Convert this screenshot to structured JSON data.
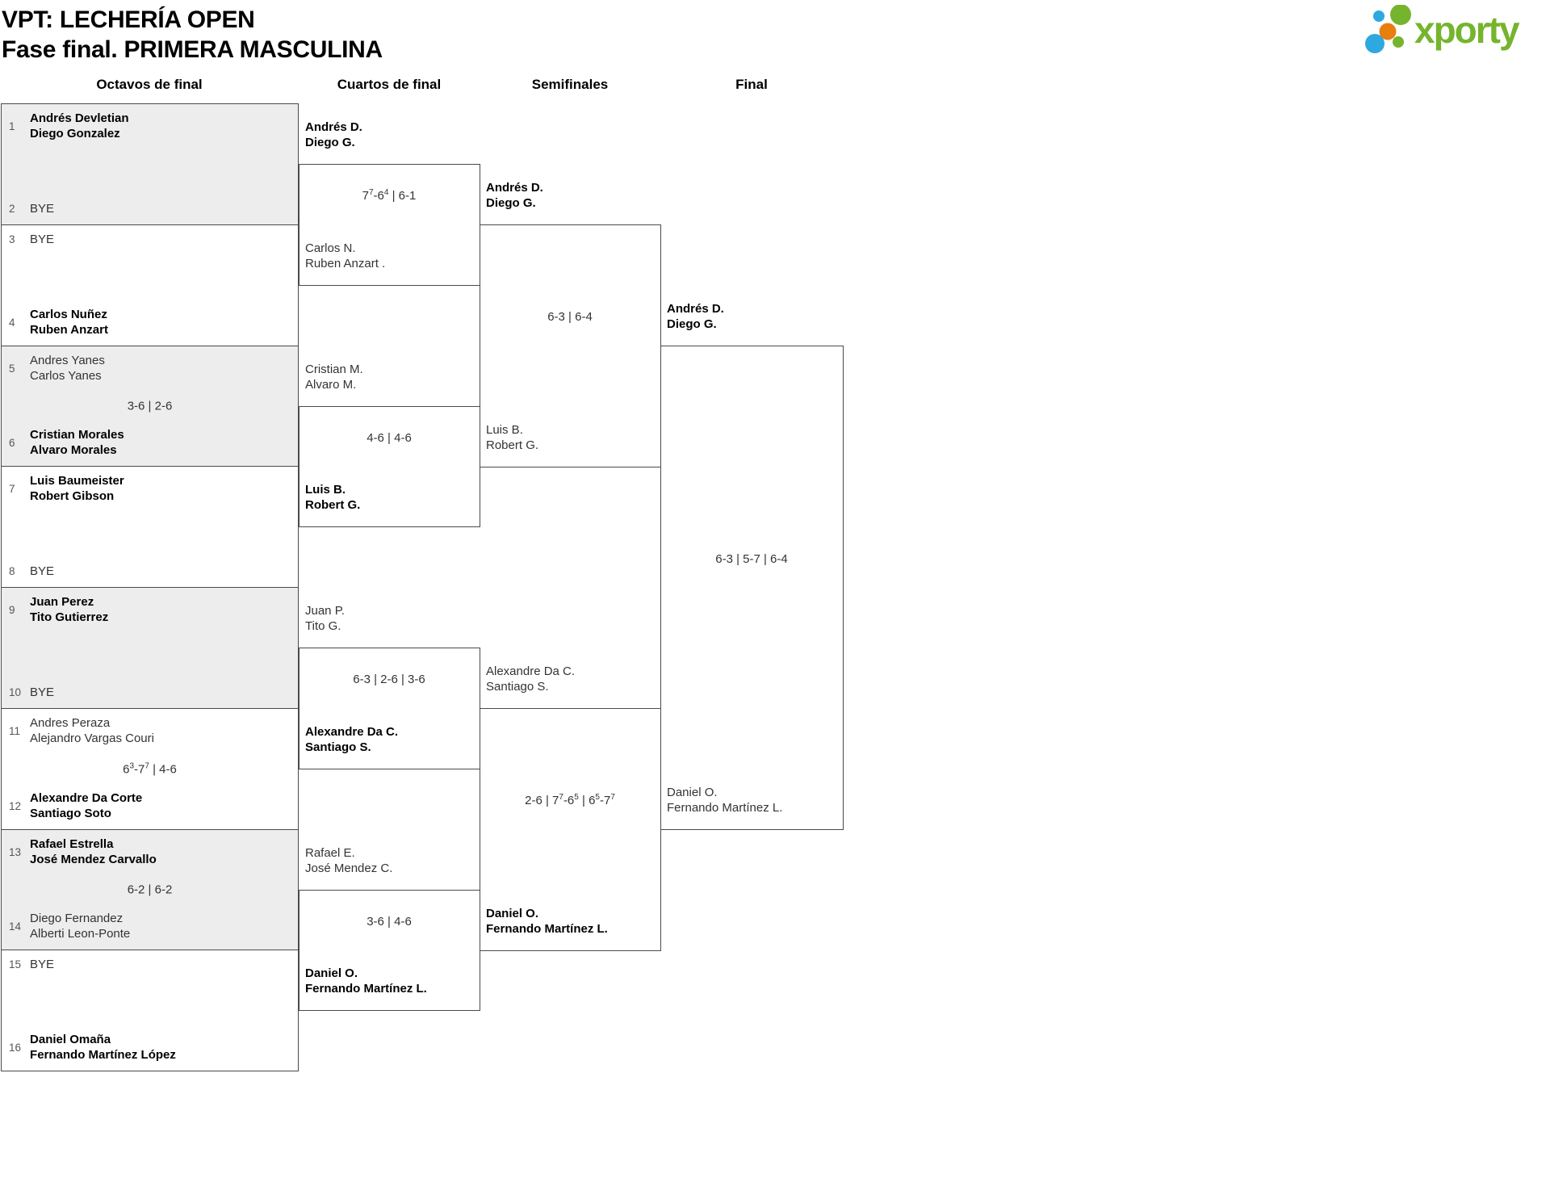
{
  "header": {
    "title": "VPT: LECHERÍA OPEN",
    "subtitle": "Fase final. PRIMERA MASCULINA",
    "logo_text": "xporty",
    "logo_colors": {
      "green": "#76b42d",
      "blue": "#2ea9e0",
      "orange": "#e87e0e"
    }
  },
  "rounds": [
    "Octavos de final",
    "Cuartos de final",
    "Semifinales",
    "Final"
  ],
  "octavos": [
    {
      "shaded": true,
      "score": "",
      "top": {
        "seed": "1",
        "lines": [
          "Andrés Devletian",
          "Diego Gonzalez"
        ],
        "bold": true
      },
      "bottom": {
        "seed": "2",
        "lines": [
          "BYE"
        ],
        "bold": false
      }
    },
    {
      "shaded": false,
      "score": "",
      "top": {
        "seed": "3",
        "lines": [
          "BYE"
        ],
        "bold": false
      },
      "bottom": {
        "seed": "4",
        "lines": [
          "Carlos Nuñez",
          "Ruben Anzart"
        ],
        "bold": true
      }
    },
    {
      "shaded": true,
      "score": "3-6 | 2-6",
      "top": {
        "seed": "5",
        "lines": [
          "Andres Yanes",
          "Carlos Yanes"
        ],
        "bold": false
      },
      "bottom": {
        "seed": "6",
        "lines": [
          "Cristian Morales",
          "Alvaro Morales"
        ],
        "bold": true
      }
    },
    {
      "shaded": false,
      "score": "",
      "top": {
        "seed": "7",
        "lines": [
          "Luis Baumeister",
          "Robert Gibson"
        ],
        "bold": true
      },
      "bottom": {
        "seed": "8",
        "lines": [
          "BYE"
        ],
        "bold": false
      }
    },
    {
      "shaded": true,
      "score": "",
      "top": {
        "seed": "9",
        "lines": [
          "Juan Perez",
          "Tito Gutierrez"
        ],
        "bold": true
      },
      "bottom": {
        "seed": "10",
        "lines": [
          "BYE"
        ],
        "bold": false
      }
    },
    {
      "shaded": false,
      "score": "6^3-7^7 | 4-6",
      "top": {
        "seed": "11",
        "lines": [
          "Andres Peraza",
          "Alejandro Vargas Couri"
        ],
        "bold": false
      },
      "bottom": {
        "seed": "12",
        "lines": [
          "Alexandre Da Corte",
          "Santiago Soto"
        ],
        "bold": true
      }
    },
    {
      "shaded": true,
      "score": "6-2 | 6-2",
      "top": {
        "seed": "13",
        "lines": [
          "Rafael Estrella",
          "José Mendez Carvallo"
        ],
        "bold": true
      },
      "bottom": {
        "seed": "14",
        "lines": [
          "Diego Fernandez",
          "Alberti Leon-Ponte"
        ],
        "bold": false
      }
    },
    {
      "shaded": false,
      "score": "",
      "top": {
        "seed": "15",
        "lines": [
          "BYE"
        ],
        "bold": false
      },
      "bottom": {
        "seed": "16",
        "lines": [
          "Daniel Omaña",
          "Fernando Martínez López"
        ],
        "bold": true
      }
    }
  ],
  "cuartos": [
    {
      "top": {
        "lines": [
          "Andrés D.",
          "Diego G."
        ],
        "bold": true
      },
      "bottom": {
        "lines": [
          "Carlos N.",
          "Ruben Anzart ."
        ],
        "bold": false
      },
      "score": "7^7-6^4 | 6-1"
    },
    {
      "top": {
        "lines": [
          "Cristian M.",
          "Alvaro M."
        ],
        "bold": false
      },
      "bottom": {
        "lines": [
          "Luis B.",
          "Robert G."
        ],
        "bold": true
      },
      "score": "4-6 | 4-6"
    },
    {
      "top": {
        "lines": [
          "Juan P.",
          "Tito G."
        ],
        "bold": false
      },
      "bottom": {
        "lines": [
          "Alexandre Da C.",
          "Santiago S."
        ],
        "bold": true
      },
      "score": "6-3 | 2-6 | 3-6"
    },
    {
      "top": {
        "lines": [
          "Rafael E.",
          "José Mendez C."
        ],
        "bold": false
      },
      "bottom": {
        "lines": [
          "Daniel O.",
          "Fernando Martínez L."
        ],
        "bold": true
      },
      "score": "3-6 | 4-6"
    }
  ],
  "semifinales": [
    {
      "top": {
        "lines": [
          "Andrés D.",
          "Diego G."
        ],
        "bold": true
      },
      "bottom": {
        "lines": [
          "Luis B.",
          "Robert G."
        ],
        "bold": false
      },
      "score": "6-3 | 6-4"
    },
    {
      "top": {
        "lines": [
          "Alexandre Da C.",
          "Santiago S."
        ],
        "bold": false
      },
      "bottom": {
        "lines": [
          "Daniel O.",
          "Fernando Martínez L."
        ],
        "bold": true
      },
      "score": "2-6 | 7^7-6^5 | 6^5-7^7"
    }
  ],
  "final": [
    {
      "top": {
        "lines": [
          "Andrés D.",
          "Diego G."
        ],
        "bold": true
      },
      "bottom": {
        "lines": [
          "Daniel O.",
          "Fernando Martínez L."
        ],
        "bold": false
      },
      "score": "6-3 | 5-7 | 6-4"
    }
  ]
}
